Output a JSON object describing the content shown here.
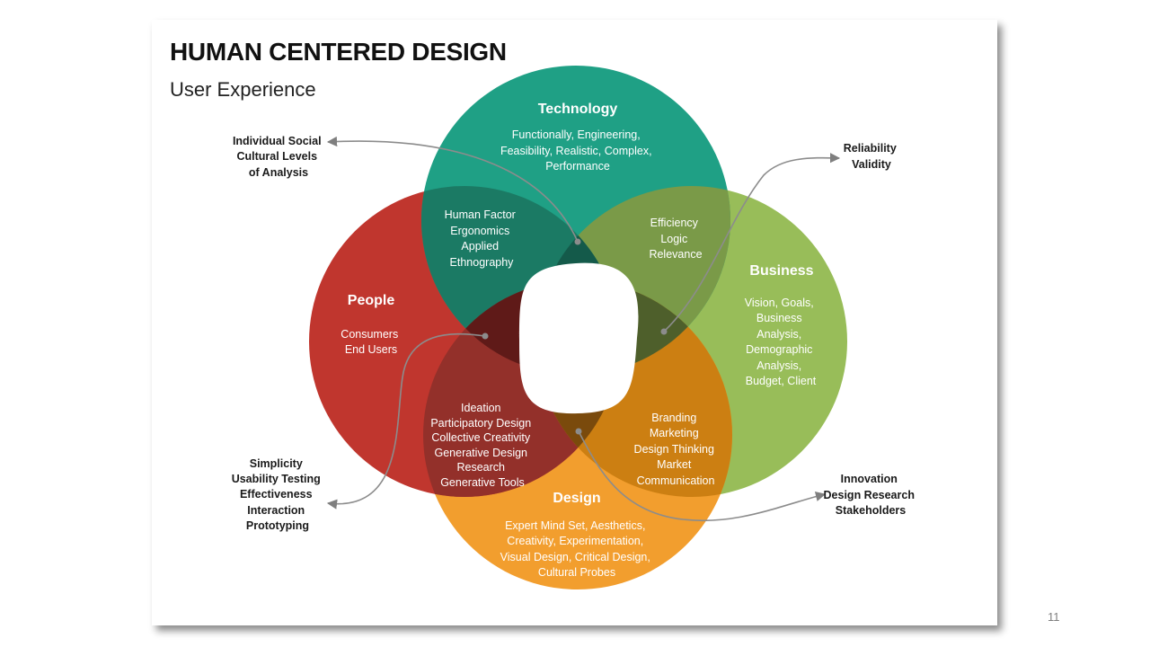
{
  "slide": {
    "title": "HUMAN CENTERED DESIGN",
    "subtitle": "User Experience",
    "page_number": "11"
  },
  "colors": {
    "technology": "#1fa085",
    "business": "#98bd59",
    "design": "#f29e2e",
    "people": "#c0362e",
    "center": "#ffffff"
  },
  "circles": {
    "technology": {
      "title": "Technology",
      "lines": [
        "Functionally, Engineering,",
        "Feasibility, Realistic, Complex,",
        "Performance"
      ]
    },
    "business": {
      "title": "Business",
      "lines": [
        "Vision, Goals,",
        "Business",
        "Analysis,",
        "Demographic",
        "Analysis,",
        "Budget, Client"
      ]
    },
    "design": {
      "title": "Design",
      "lines": [
        "Expert Mind Set, Aesthetics,",
        "Creativity, Experimentation,",
        "Visual Design, Critical Design,",
        "Cultural Probes"
      ]
    },
    "people": {
      "title": "People",
      "lines": [
        "Consumers",
        "End Users"
      ]
    }
  },
  "overlaps": {
    "people_technology": [
      "Human Factor",
      "Ergonomics",
      "Applied",
      "Ethnography"
    ],
    "technology_business": [
      "Efficiency",
      "Logic",
      "Relevance"
    ],
    "business_design": [
      "Branding",
      "Marketing",
      "Design Thinking",
      "Market",
      "Communication"
    ],
    "people_design": [
      "Ideation",
      "Participatory Design",
      "Collective Creativity",
      "Generative Design",
      "Research",
      "Generative Tools"
    ]
  },
  "callouts": {
    "top_left": [
      "Individual Social",
      "Cultural Levels",
      "of Analysis"
    ],
    "top_right": [
      "Reliability",
      "Validity"
    ],
    "bottom_left": [
      "Simplicity",
      "Usability Testing",
      "Effectiveness",
      "Interaction",
      "Prototyping"
    ],
    "bottom_right": [
      "Innovation",
      "Design Research",
      "Stakeholders"
    ]
  }
}
